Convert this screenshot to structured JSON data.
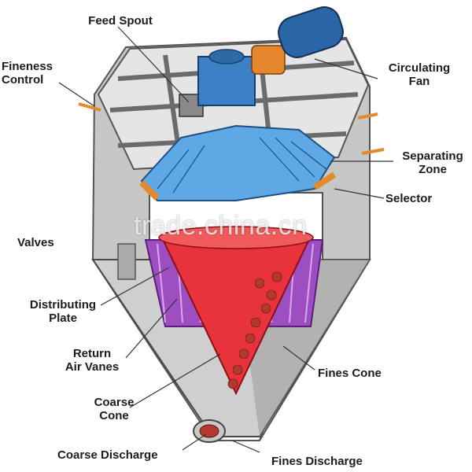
{
  "labels": {
    "feed_spout": "Feed Spout",
    "fineness_control": "Fineness\nControl",
    "circulating_fan": "Circulating\nFan",
    "separating_zone": "Separating\nZone",
    "selector": "Selector",
    "valves": "Valves",
    "distributing_plate": "Distributing\nPlate",
    "return_air_vanes": "Return\nAir Vanes",
    "fines_cone": "Fines Cone",
    "coarse_cone": "Coarse\nCone",
    "coarse_discharge": "Coarse Discharge",
    "fines_discharge": "Fines Discharge"
  },
  "watermark": "trade.china.cn",
  "colors": {
    "fan_blue": "#3d7fc4",
    "zone_blue": "#5fa8e6",
    "cone_red": "#e8323c",
    "vane_purple": "#9d4fc2",
    "accent_orange": "#e38a2c"
  }
}
